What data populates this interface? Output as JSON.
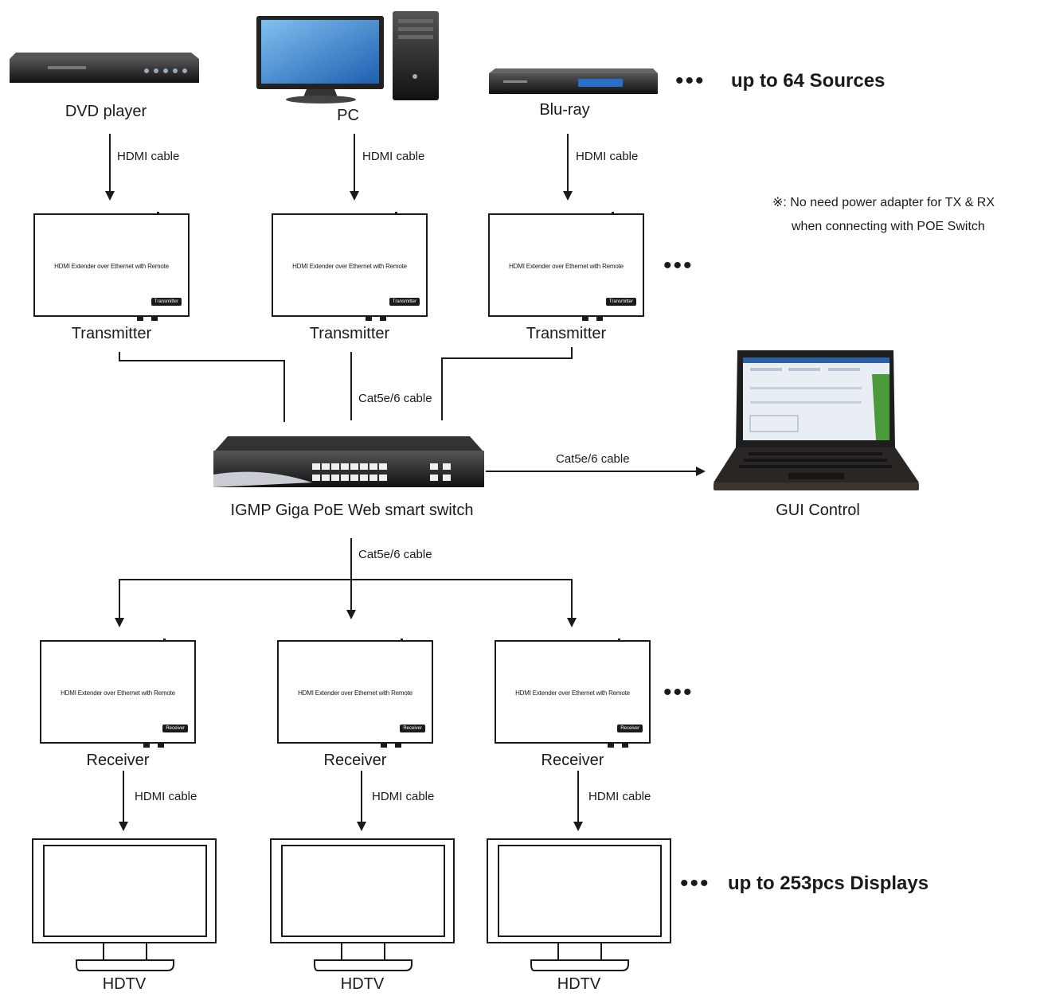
{
  "sources": {
    "dvd": "DVD player",
    "pc": "PC",
    "bluray": "Blu-ray",
    "summary": "up to 64 Sources"
  },
  "cables": {
    "hdmi": "HDMI cable",
    "cat": "Cat5e/6 cable"
  },
  "note": {
    "line1": "※: No need power adapter for TX & RX",
    "line2": "when connecting with POE Switch"
  },
  "transmitter": {
    "label": "Transmitter",
    "desc": "HDMI Extender over Ethernet with Remote",
    "badge": "Transmitter"
  },
  "switch": {
    "label": "IGMP Giga PoE Web smart switch"
  },
  "gui": {
    "label": "GUI Control"
  },
  "receiver": {
    "label": "Receiver",
    "desc": "HDMI Extender over Ethernet with Remote",
    "badge": "Receiver"
  },
  "displays": {
    "label": "HDTV",
    "summary": "up to 253pcs Displays"
  },
  "ellipsis": "•••",
  "colors": {
    "ink": "#1a1a1a",
    "screen_blue": "#2a7ad1",
    "screen_green": "#4a9a3a"
  }
}
